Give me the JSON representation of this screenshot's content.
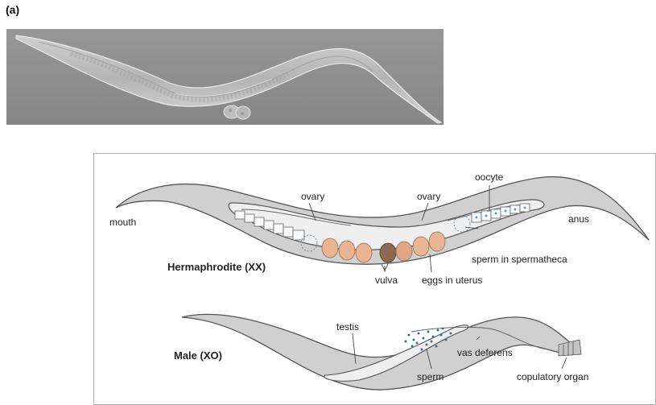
{
  "panel_label": "(a)",
  "hermaphrodite": {
    "title": "Hermaphrodite (XX)",
    "labels": {
      "mouth": "mouth",
      "ovary_left": "ovary",
      "ovary_right": "ovary",
      "oocyte": "oocyte",
      "anus": "anus",
      "sperm_in_spermatheca": "sperm in spermatheca",
      "vulva": "vulva",
      "eggs_in_uterus": "eggs in uterus"
    }
  },
  "male": {
    "title": "Male (XO)",
    "labels": {
      "testis": "testis",
      "vas_deferens": "vas deferens",
      "sperm": "sperm",
      "copulatory_organ": "copulatory organ"
    }
  },
  "colors": {
    "photo_bg": "#8e8e8e",
    "body_fill": "#d0d0d0",
    "gonad_fill": "#efefef",
    "egg_fill": "#e8b494",
    "outline": "#555555",
    "border": "#b0b0b0"
  }
}
